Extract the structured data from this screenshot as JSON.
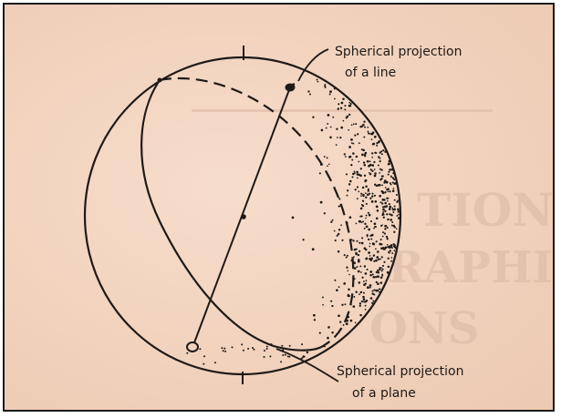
{
  "diagram": {
    "labels": {
      "line_projection": [
        "Spherical projection",
        "of a line"
      ],
      "plane_projection": [
        "Spherical projection",
        "of a plane"
      ]
    },
    "colors": {
      "paper": "#f1d2bd",
      "ink": "#1e1a18",
      "bleed_through": "#d9b8a3"
    },
    "elements": [
      "reference-sphere",
      "great-circle-plane",
      "line-through-center",
      "line-pierce-points",
      "shading-stipple",
      "callout-leaders",
      "tick-marks"
    ]
  }
}
